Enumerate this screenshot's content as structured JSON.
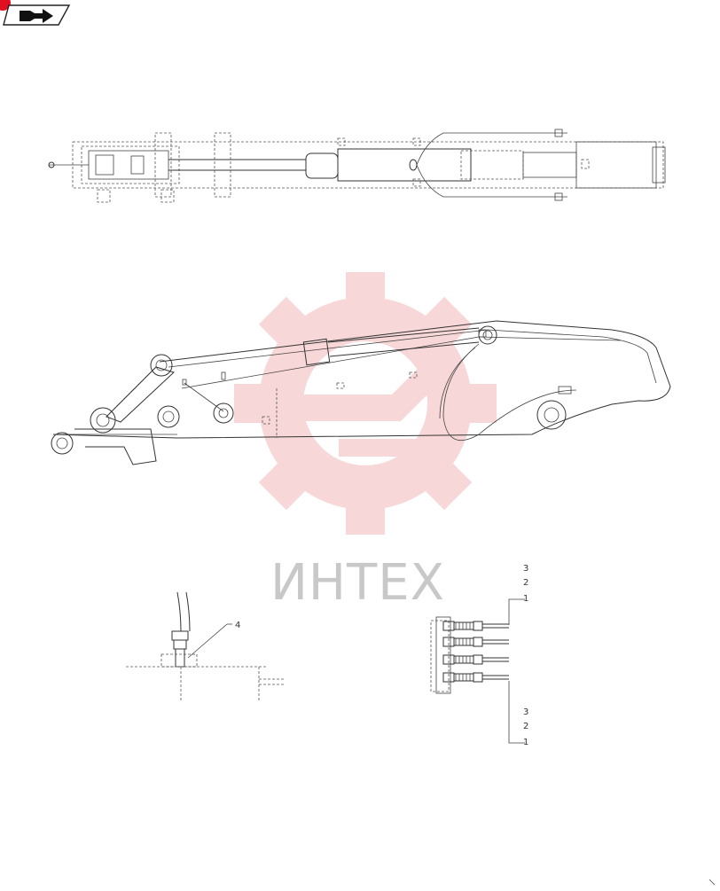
{
  "watermark": {
    "text": "ИНТЕХ",
    "gear_color": "#f2b8b8",
    "text_color": "#c8c8c8"
  },
  "nav": {
    "icon": "nav-arrow-icon",
    "badge_color": "#e01020"
  },
  "callouts": {
    "fitting_detail": [
      "4"
    ],
    "hose_group_top": [
      "3",
      "2",
      "1"
    ],
    "hose_group_bottom": [
      "3",
      "2",
      "1"
    ]
  }
}
